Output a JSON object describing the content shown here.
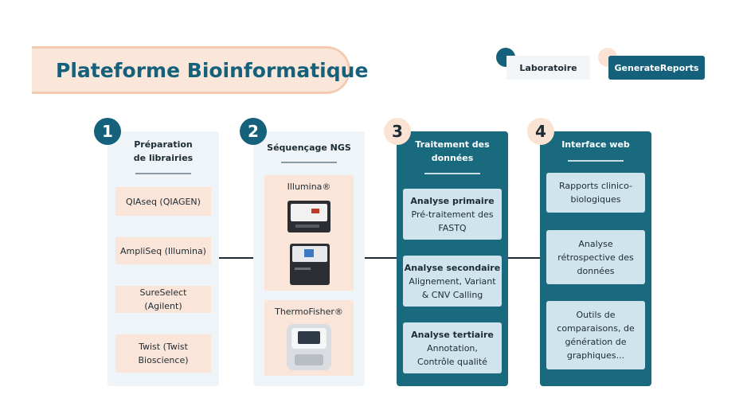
{
  "title": "Plateforme Bioinformatique",
  "legend": [
    {
      "label": "Laboratoire",
      "color": "#15607a"
    },
    {
      "label": "GenerateReports",
      "color": "#fbe3d4"
    }
  ],
  "steps": [
    {
      "number": "1",
      "title": "Préparation de librairies",
      "items": [
        "QIAseq (QIAGEN)",
        "AmpliSeq (Illumina)",
        "SureSelect (Agilent)",
        "Twist (Twist Bioscience)"
      ]
    },
    {
      "number": "2",
      "title": "Séquençage NGS",
      "machines": [
        "Illumina®",
        "ThermoFisher®"
      ]
    },
    {
      "number": "3",
      "title": "Traitement des données",
      "analyses": [
        {
          "name": "Analyse primaire",
          "detail": "Pré-traitement des FASTQ"
        },
        {
          "name": "Analyse secondaire",
          "detail": "Alignement, Variant & CNV Calling"
        },
        {
          "name": "Analyse tertiaire",
          "detail": "Annotation, Contrôle qualité"
        }
      ]
    },
    {
      "number": "4",
      "title": "Interface web",
      "items": [
        "Rapports clinico-biologiques",
        "Analyse rétrospective des données",
        "Outils de comparaisons, de génération de graphiques..."
      ]
    }
  ]
}
